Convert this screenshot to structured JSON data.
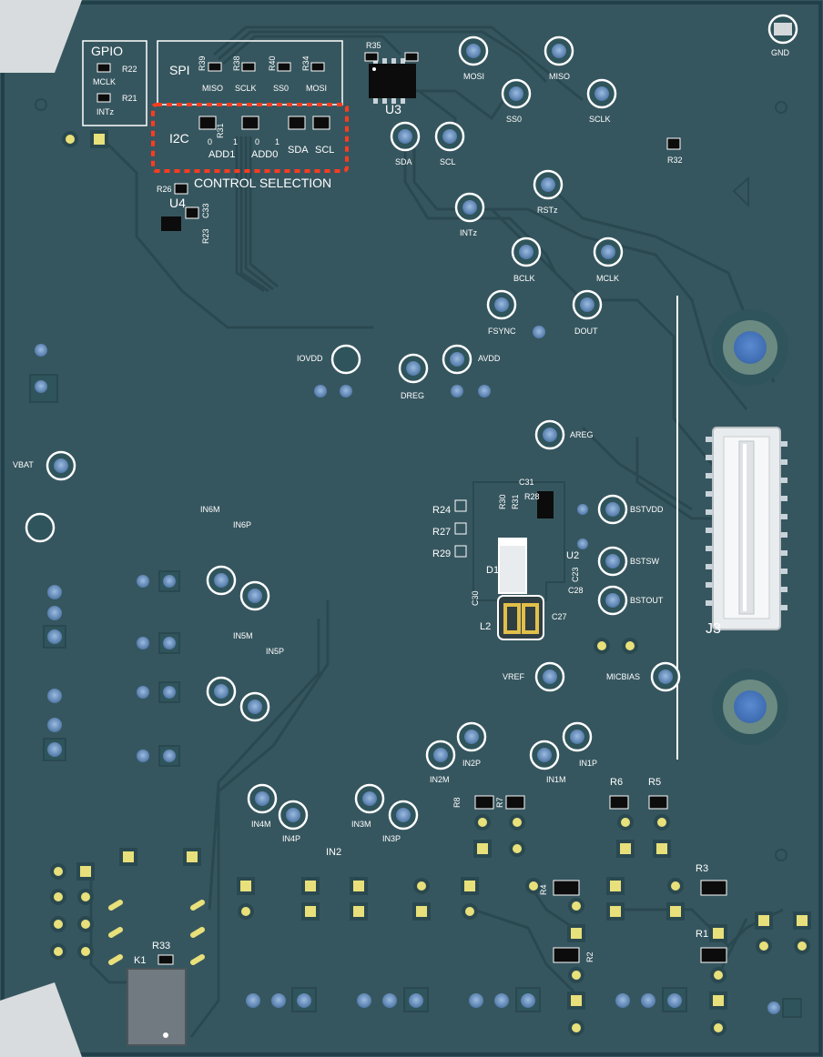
{
  "labels": {
    "gpio": "GPIO",
    "spi": "SPI",
    "i2c": "I2C",
    "control_selection": "CONTROL SELECTION",
    "u3": "U3",
    "u4": "U4",
    "u2": "U2",
    "j3": "J3",
    "l2": "L2",
    "d1": "D1",
    "k1": "K1",
    "in2": "IN2",
    "gnd": "GND"
  },
  "gpio_box": {
    "mclk": "MCLK",
    "intz": "INTz",
    "r22": "R22",
    "r21": "R21"
  },
  "spi_box": {
    "miso": "MISO",
    "sclk": "SCLK",
    "ss0": "SS0",
    "mosi": "MOSI",
    "r39": "R39",
    "r38": "R38",
    "r40": "R40",
    "r34": "R34"
  },
  "i2c_box": {
    "add1": "ADD1",
    "add0": "ADD0",
    "sda": "SDA",
    "scl": "SCL",
    "zero_a": "0",
    "one_a": "1",
    "zero_b": "0",
    "one_b": "1",
    "r31": "R31"
  },
  "testpoints": {
    "mosi": "MOSI",
    "miso": "MISO",
    "ss0": "SS0",
    "sclk": "SCLK",
    "sda": "SDA",
    "scl": "SCL",
    "rstz": "RSTz",
    "intz": "INTz",
    "bclk": "BCLK",
    "mclk": "MCLK",
    "fsync": "FSYNC",
    "dout": "DOUT",
    "iovdd": "IOVDD",
    "avdd": "AVDD",
    "dreg": "DREG",
    "areg": "AREG",
    "vbat": "VBAT",
    "bstvdd": "BSTVDD",
    "bstsw": "BSTSW",
    "bstout": "BSTOUT",
    "vref": "VREF",
    "micbias": "MICBIAS",
    "in6m": "IN6M",
    "in6p": "IN6P",
    "in5m": "IN5M",
    "in5p": "IN5P",
    "in2m": "IN2M",
    "in2p": "IN2P",
    "in1m": "IN1M",
    "in1p": "IN1P",
    "in4m": "IN4M",
    "in4p": "IN4P",
    "in3m": "IN3M",
    "in3p": "IN3P"
  },
  "refdes": {
    "r35": "R35",
    "r32": "R32",
    "r26": "R26",
    "r24": "R24",
    "r27": "R27",
    "r29": "R29",
    "r30": "R30",
    "r31b": "R31",
    "r28": "R28",
    "c31": "C31",
    "c23": "C23",
    "c28": "C28",
    "c27": "C27",
    "c30": "C30",
    "r6": "R6",
    "r5": "R5",
    "r8": "R8",
    "r7": "R7",
    "r4": "R4",
    "r3": "R3",
    "r1": "R1",
    "r2": "R2",
    "r33": "R33",
    "c33": "C33",
    "r23": "R23"
  },
  "colors": {
    "board": "#36565f",
    "trace": "#2d4d56",
    "silkscreen": "#ffffff",
    "pad_gold": "#e8e07a",
    "via_blue": "#6f9ac8",
    "highlight": "#ff3b1f"
  }
}
